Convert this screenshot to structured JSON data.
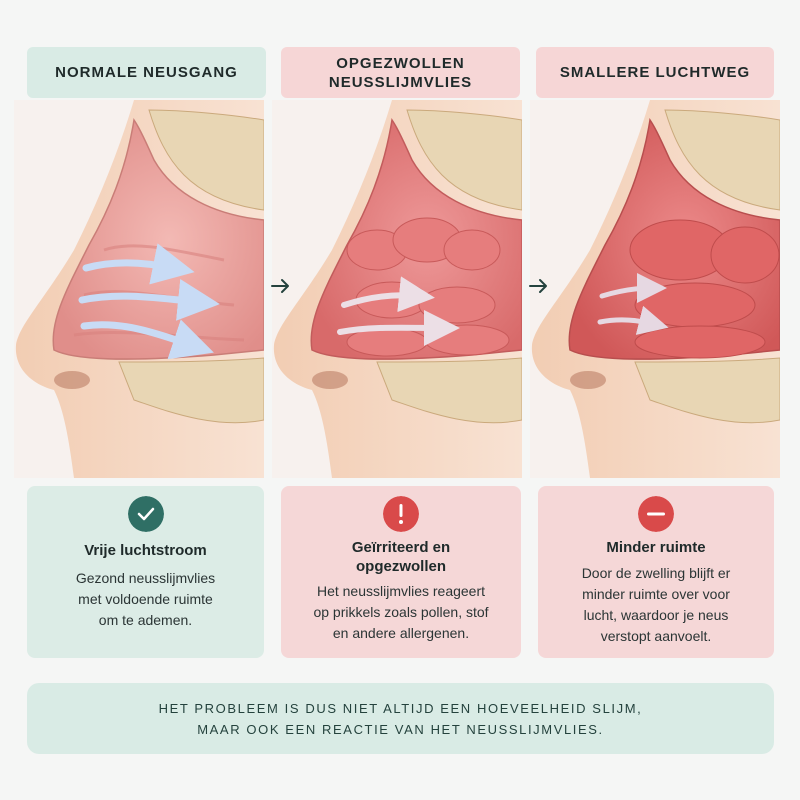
{
  "panels": [
    {
      "title_lines": [
        "NORMALE NEUSGANG"
      ],
      "card_title_lines": [
        "Vrije luchtstroom"
      ],
      "card_body_lines": [
        "Gezond neusslijmvlies",
        "met voldoende ruimte",
        "om te ademen."
      ],
      "badge_icon": "check-icon",
      "badge_color": "#2f6f65"
    },
    {
      "title_lines": [
        "OPGEZWOLLEN",
        "NEUSSLIJMVLIES"
      ],
      "card_title_lines": [
        "Geïrriteerd en",
        "opgezwollen"
      ],
      "card_body_lines": [
        "Het neusslijmvlies reageert",
        "op prikkels zoals pollen, stof",
        "en andere allergenen."
      ],
      "badge_icon": "exclamation-icon",
      "badge_color": "#d94a4a"
    },
    {
      "title_lines": [
        "SMALLERE LUCHTWEG"
      ],
      "card_title_lines": [
        "Minder ruimte"
      ],
      "card_body_lines": [
        "Door de zwelling blijft er",
        "minder ruimte over voor",
        "lucht, waardoor je neus",
        "verstopt aanvoelt."
      ],
      "badge_icon": "minus-icon",
      "badge_color": "#d94a4a"
    }
  ],
  "footer_lines": [
    "HET PROBLEEM IS DUS NIET ALTIJD EEN HOEVEELHEID SLIJM,",
    "MAAR OOK EEN REACTIE VAN HET NEUSSLIJMVLIES."
  ],
  "colors": {
    "skin": "#efc4a8",
    "mucosa_normal": "#e9a4a0",
    "mucosa_swollen": "#e37b7b",
    "bone": "#e8d6b4",
    "airflow": "#c8dbf5"
  }
}
